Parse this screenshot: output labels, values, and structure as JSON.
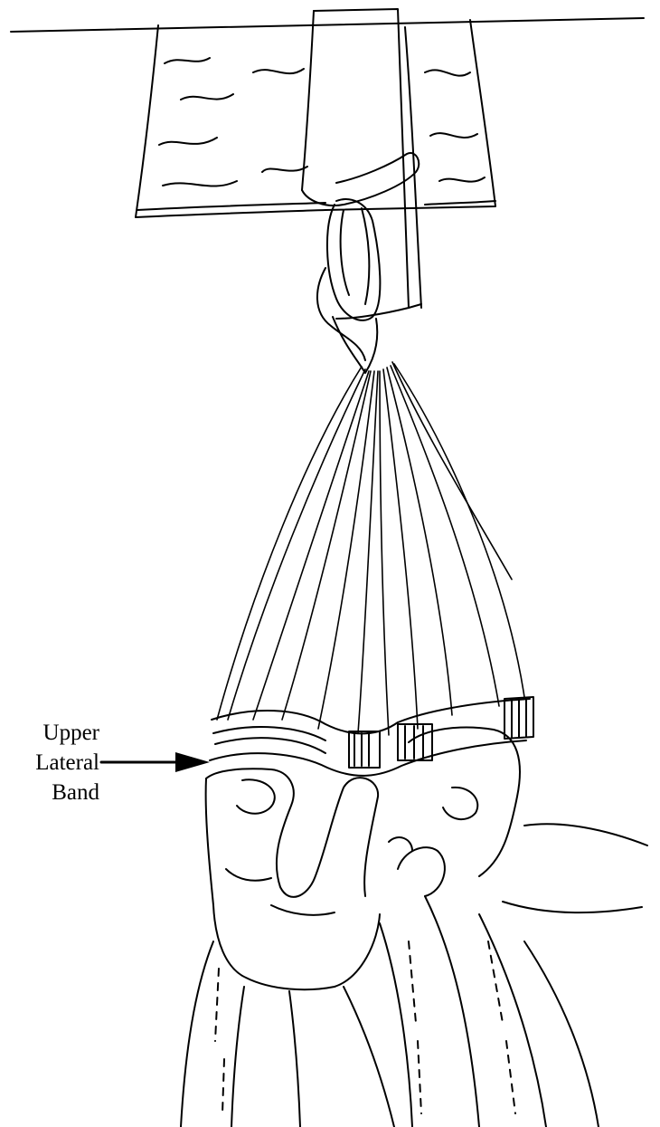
{
  "callout": {
    "line1": "Upper",
    "line2": "Lateral",
    "line3": "Band"
  }
}
